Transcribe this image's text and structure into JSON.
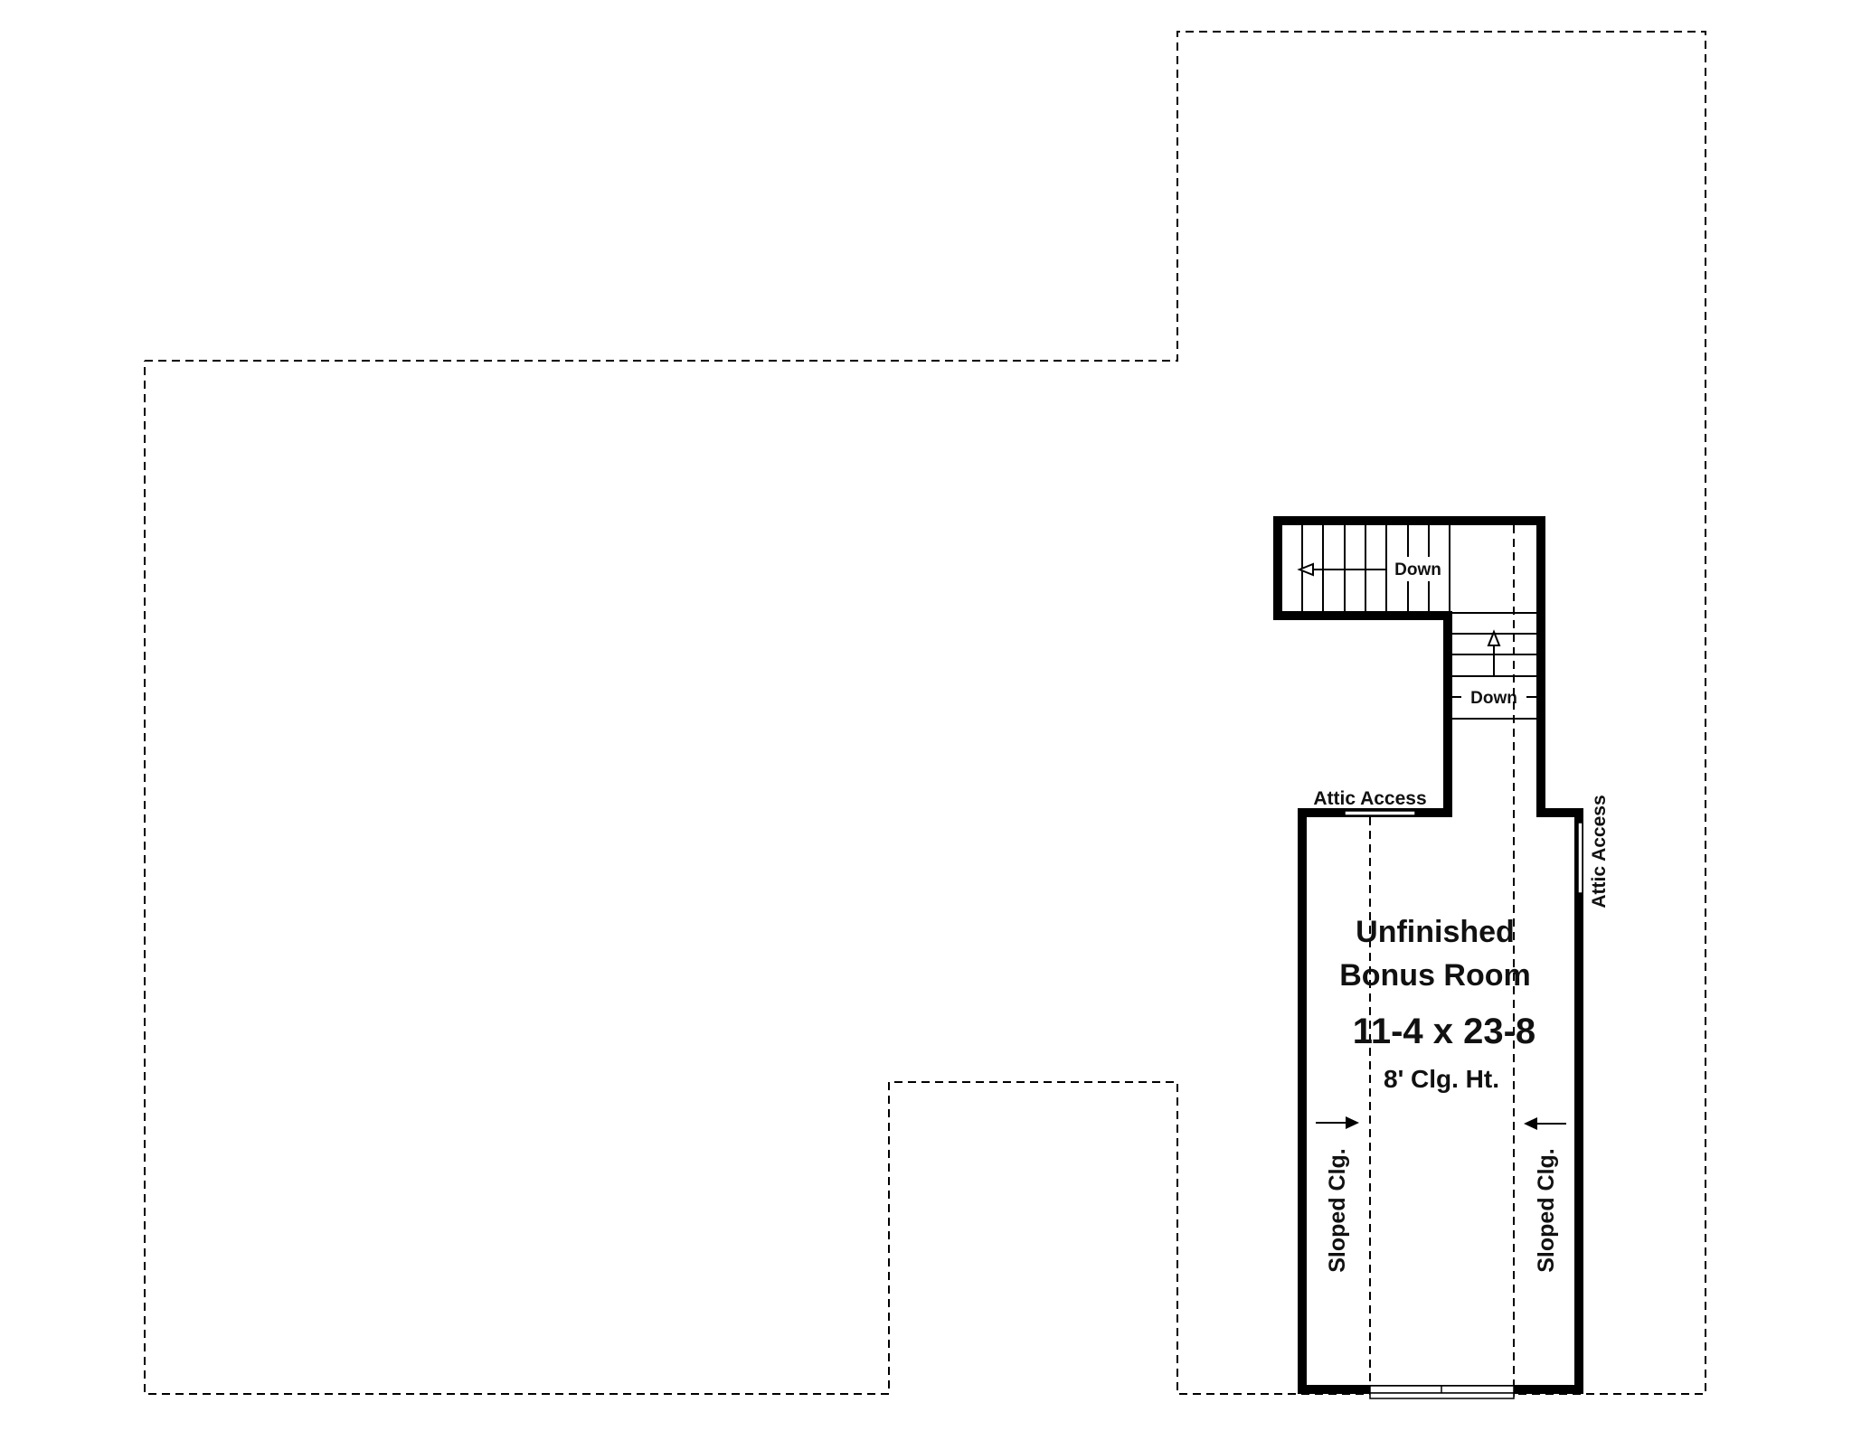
{
  "plan": {
    "room": {
      "name_line1": "Unfinished",
      "name_line2": "Bonus Room",
      "dimensions": "11-4 x 23-8",
      "ceiling": "8' Clg. Ht."
    },
    "stairs": {
      "upper_label": "Down",
      "lower_label": "Down"
    },
    "attic_access_top": "Attic Access",
    "attic_access_side": "Attic Access",
    "sloped_left": "Sloped Clg.",
    "sloped_right": "Sloped Clg.",
    "colors": {
      "wall": "#000000",
      "background": "#ffffff"
    }
  }
}
